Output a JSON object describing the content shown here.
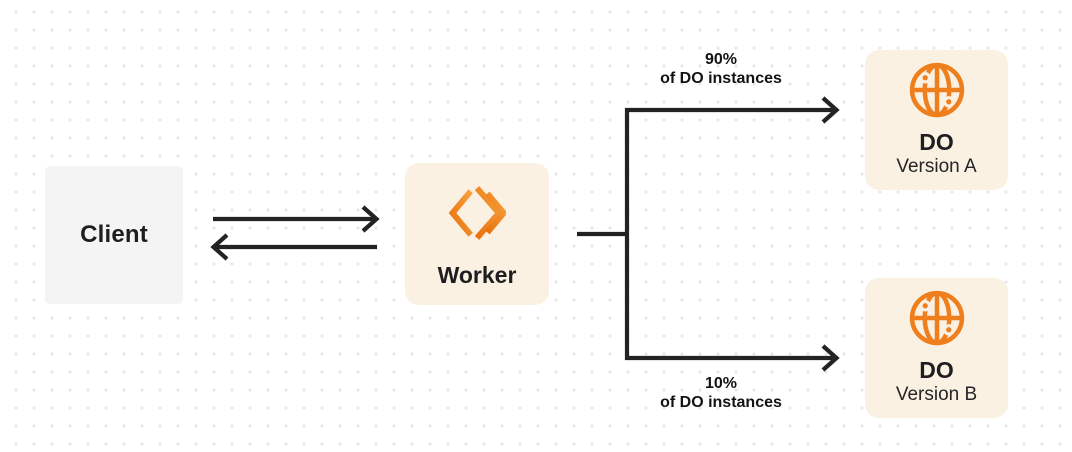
{
  "nodes": {
    "client": {
      "label": "Client"
    },
    "worker": {
      "label": "Worker",
      "icon": "cloudflare-workers-icon"
    },
    "do_version_a": {
      "title": "DO",
      "subtitle": "Version A",
      "icon": "globe-icon"
    },
    "do_version_b": {
      "title": "DO",
      "subtitle": "Version B",
      "icon": "globe-icon"
    }
  },
  "edges": {
    "top_branch": {
      "percent": "90%",
      "caption": "of DO instances"
    },
    "bottom_branch": {
      "percent": "10%",
      "caption": "of DO instances"
    }
  },
  "colors": {
    "accent_orange": "#EF7E1C",
    "panel_cream": "#FAF1E3",
    "panel_gray": "#F4F4F5",
    "line_dark": "#232325",
    "text_dark": "#1E1E20",
    "dot_grid": "#E7E7E8",
    "background": "#FFFFFF"
  }
}
